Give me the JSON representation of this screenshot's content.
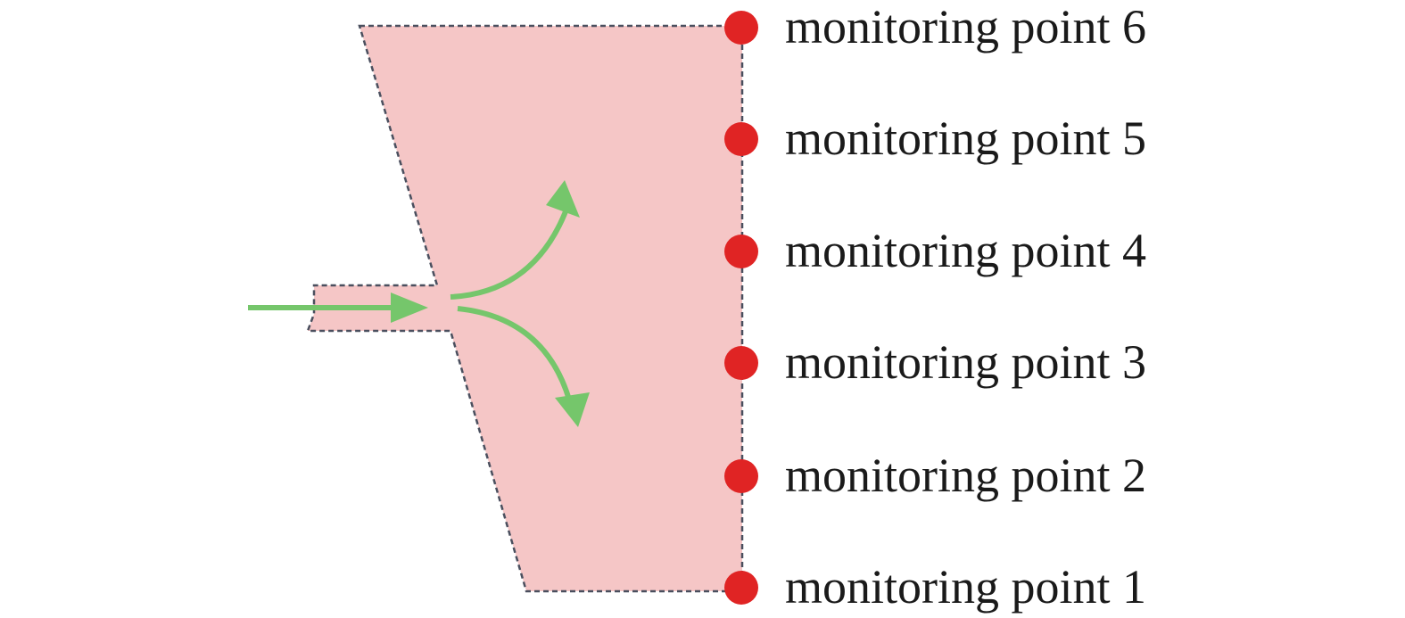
{
  "colors": {
    "region_fill": "#f5c6c6",
    "region_border": "#4a4f5e",
    "flow_arrow": "#75c66b",
    "monitoring_point": "#e02424",
    "text": "#1a1a1a",
    "background": "#ffffff"
  },
  "monitoring_points": [
    {
      "label": "monitoring point 6"
    },
    {
      "label": "monitoring point 5"
    },
    {
      "label": "monitoring point 4"
    },
    {
      "label": "monitoring point 3"
    },
    {
      "label": "monitoring point 2"
    },
    {
      "label": "monitoring point 1"
    }
  ]
}
